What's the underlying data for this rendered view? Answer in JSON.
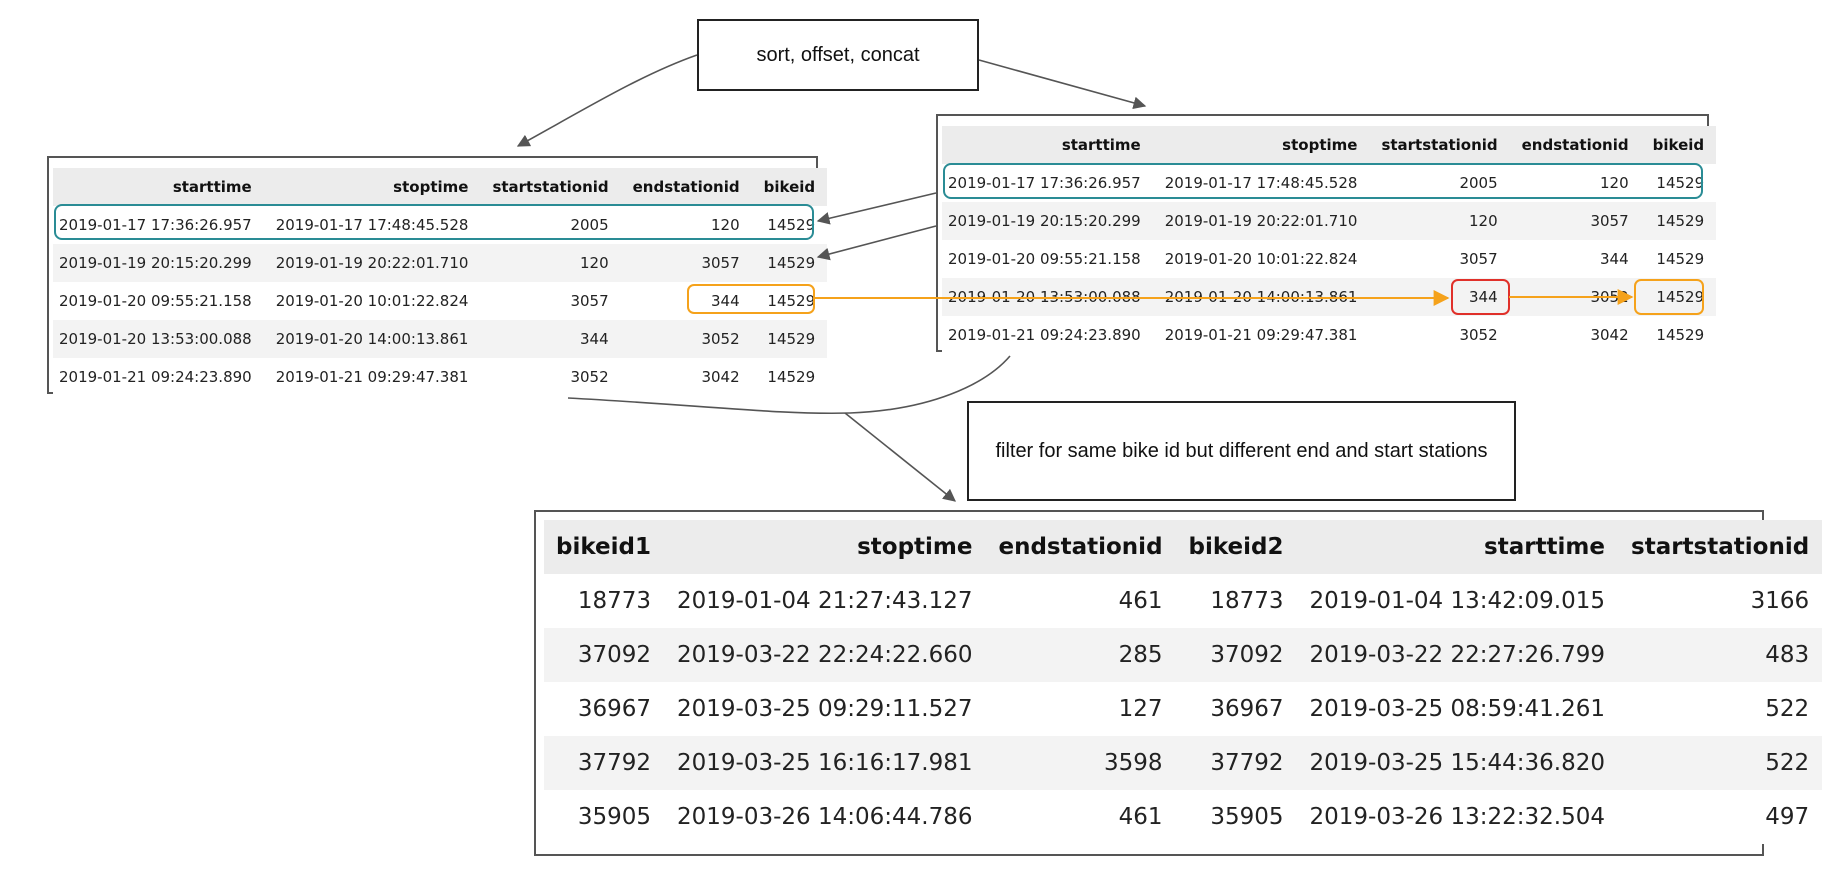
{
  "captions": {
    "top": "sort, offset, concat",
    "bottom": "filter for same bike id but different end and start stations"
  },
  "left_table": {
    "columns": [
      "starttime",
      "stoptime",
      "startstationid",
      "endstationid",
      "bikeid"
    ],
    "rows": [
      [
        "2019-01-17 17:36:26.957",
        "2019-01-17 17:48:45.528",
        "2005",
        "120",
        "14529"
      ],
      [
        "2019-01-19 20:15:20.299",
        "2019-01-19 20:22:01.710",
        "120",
        "3057",
        "14529"
      ],
      [
        "2019-01-20 09:55:21.158",
        "2019-01-20 10:01:22.824",
        "3057",
        "344",
        "14529"
      ],
      [
        "2019-01-20 13:53:00.088",
        "2019-01-20 14:00:13.861",
        "344",
        "3052",
        "14529"
      ],
      [
        "2019-01-21 09:24:23.890",
        "2019-01-21 09:29:47.381",
        "3052",
        "3042",
        "14529"
      ]
    ]
  },
  "right_table": {
    "columns": [
      "starttime",
      "stoptime",
      "startstationid",
      "endstationid",
      "bikeid"
    ],
    "rows": [
      [
        "2019-01-17 17:36:26.957",
        "2019-01-17 17:48:45.528",
        "2005",
        "120",
        "14529"
      ],
      [
        "2019-01-19 20:15:20.299",
        "2019-01-19 20:22:01.710",
        "120",
        "3057",
        "14529"
      ],
      [
        "2019-01-20 09:55:21.158",
        "2019-01-20 10:01:22.824",
        "3057",
        "344",
        "14529"
      ],
      [
        "2019-01-20 13:53:00.088",
        "2019-01-20 14:00:13.861",
        "344",
        "3052",
        "14529"
      ],
      [
        "2019-01-21 09:24:23.890",
        "2019-01-21 09:29:47.381",
        "3052",
        "3042",
        "14529"
      ]
    ]
  },
  "result_table": {
    "columns": [
      "bikeid1",
      "stoptime",
      "endstationid",
      "bikeid2",
      "starttime",
      "startstationid"
    ],
    "rows": [
      [
        "18773",
        "2019-01-04 21:27:43.127",
        "461",
        "18773",
        "2019-01-04 13:42:09.015",
        "3166"
      ],
      [
        "37092",
        "2019-03-22 22:24:22.660",
        "285",
        "37092",
        "2019-03-22 22:27:26.799",
        "483"
      ],
      [
        "36967",
        "2019-03-25 09:29:11.527",
        "127",
        "36967",
        "2019-03-25 08:59:41.261",
        "522"
      ],
      [
        "37792",
        "2019-03-25 16:16:17.981",
        "3598",
        "37792",
        "2019-03-25 15:44:36.820",
        "522"
      ],
      [
        "35905",
        "2019-03-26 14:06:44.786",
        "461",
        "35905",
        "2019-03-26 13:22:32.504",
        "497"
      ]
    ]
  },
  "colors": {
    "teal_highlight": "#2a8c95",
    "orange_highlight": "#f5a21b",
    "red_highlight": "#e0302a",
    "arrow_gray": "#555555"
  }
}
